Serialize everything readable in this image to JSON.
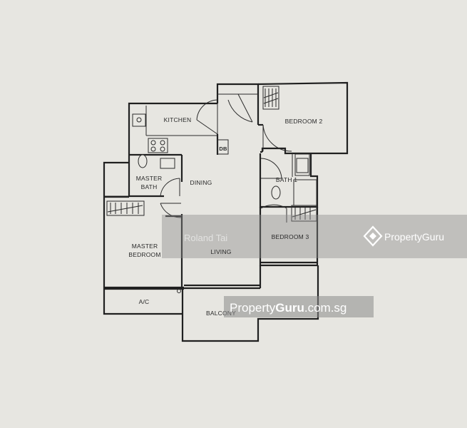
{
  "rooms": {
    "kitchen": "KITCHEN",
    "bedroom2": "BEDROOM 2",
    "db": "DB",
    "master_bath_line1": "MASTER",
    "master_bath_line2": "BATH",
    "dining": "DINING",
    "bath1": "BATH 1",
    "master_bedroom_line1": "MASTER",
    "master_bedroom_line2": "BEDROOM",
    "living": "LIVING",
    "bedroom3": "BEDROOM 3",
    "ac": "A/C",
    "balcony": "BALCONY"
  },
  "watermark": {
    "agent_name": "Roland Tai",
    "brand_name": "PropertyGuru",
    "brand_logo": "propertyguru-logo-icon",
    "url_prefix": "Property",
    "url_bold": "Guru",
    "url_suffix": ".com.sg",
    "band_color": "#8a8a8a",
    "accent_color": "#ffffff"
  },
  "colors": {
    "paper": "#e7e6e1",
    "wall": "#202020"
  }
}
